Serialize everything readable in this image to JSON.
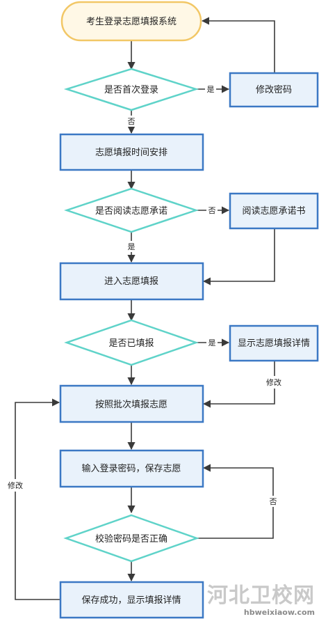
{
  "nodes": {
    "start": "考生登录志愿填报系统",
    "first_login": "是否首次登录",
    "change_password": "修改密码",
    "schedule": "志愿填报时间安排",
    "read_commitment_q": "是否阅读志愿承诺",
    "read_commitment": "阅读志愿承诺书",
    "enter_fill": "进入志愿填报",
    "already_filled_q": "是否已填报",
    "show_details": "显示志愿填报详情",
    "fill_by_batch": "按照批次填报志愿",
    "enter_password_save": "输入登录密码，保存志愿",
    "verify_password_q": "校验密码是否正确",
    "save_success": "保存成功，显示填报详情"
  },
  "edges": {
    "first_login_yes": "是",
    "first_login_no": "否",
    "read_no": "否",
    "read_yes": "是",
    "filled_yes": "是",
    "show_details_modify": "修改",
    "verify_no": "否",
    "save_modify": "修改"
  },
  "watermark": {
    "title": "河北卫校网",
    "url": "hbweixiaow.com"
  },
  "colors": {
    "process_fill": "#e9f2fb",
    "process_stroke": "#3b78c4",
    "decision_stroke": "#5fd3c9",
    "start_fill": "#fff8e6",
    "start_stroke": "#f2c766",
    "arrow": "#3a3a3a"
  }
}
